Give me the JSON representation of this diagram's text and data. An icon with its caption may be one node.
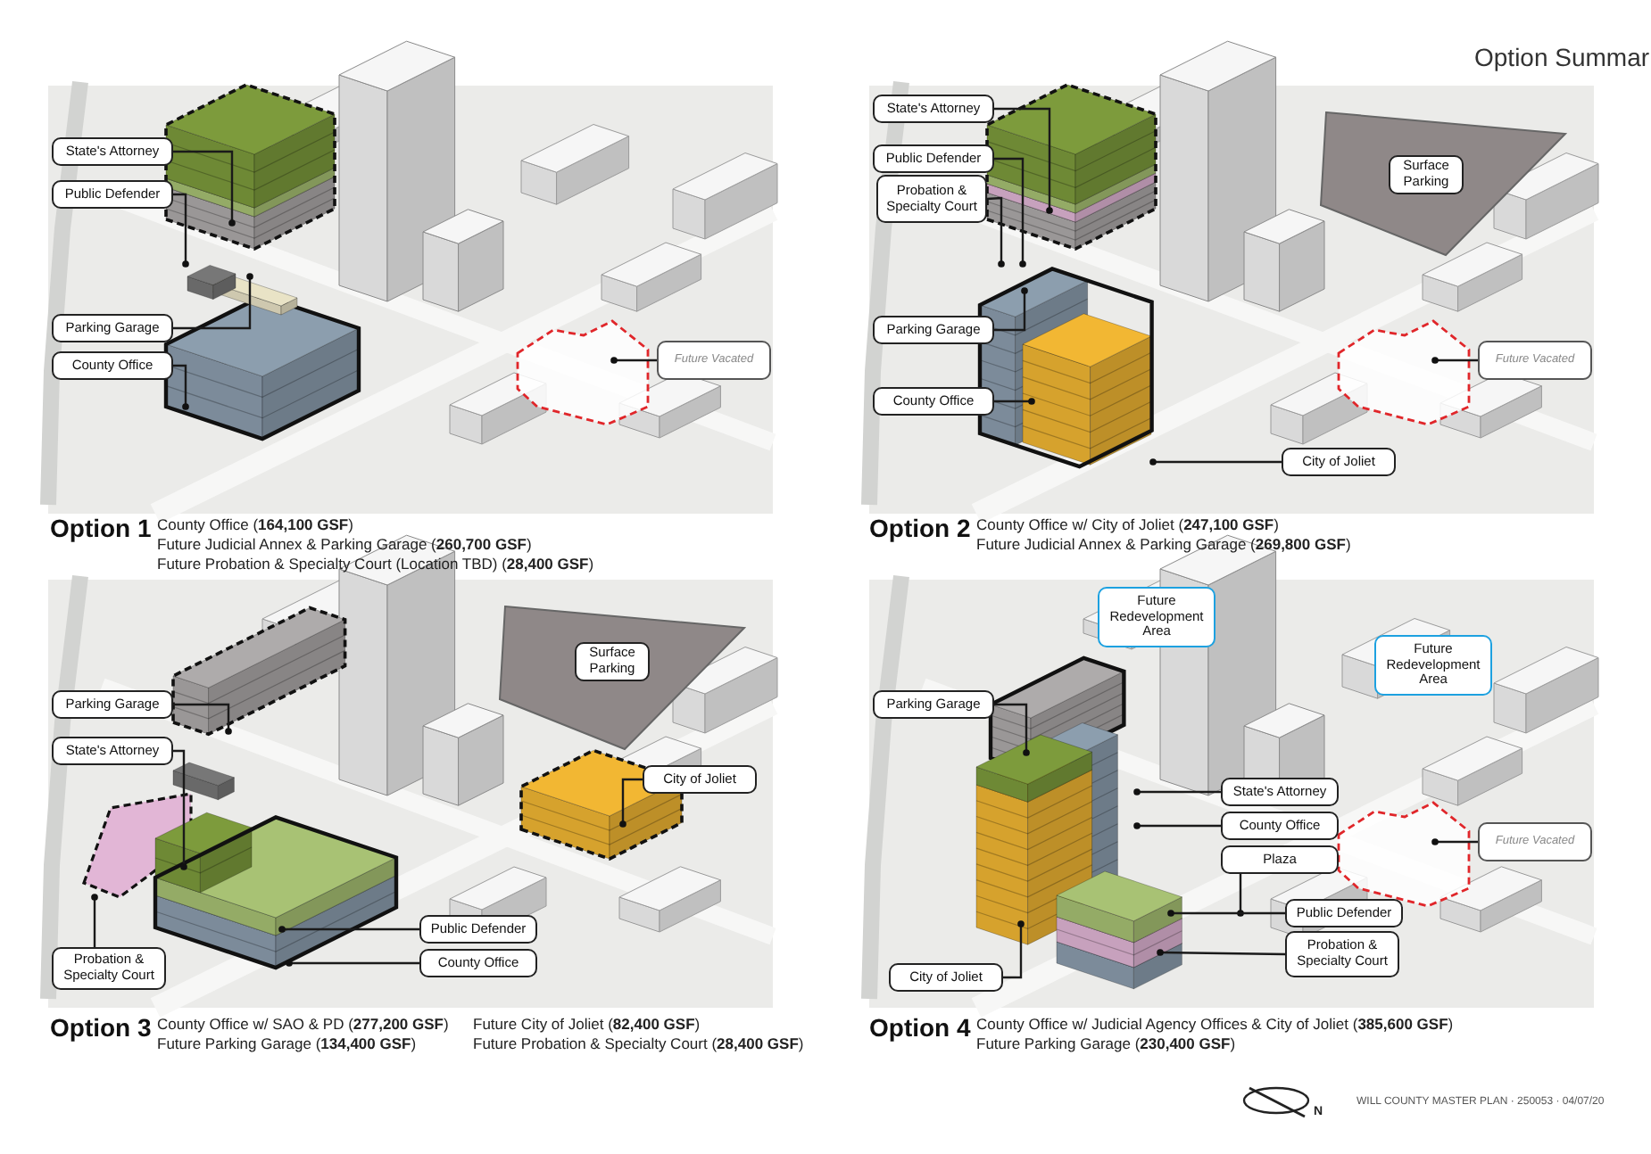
{
  "diagram": {
    "title": "Option Summar",
    "nodes": [
      {
        "text": [
          "State's Attorney"
        ]
      },
      {
        "text": [
          "Public Defender"
        ]
      },
      {
        "text": [
          "Parking Garage"
        ]
      },
      {
        "text": [
          "County Office"
        ]
      },
      {
        "text": [
          "Future Vacated"
        ]
      },
      {
        "text": [
          "State's Attorney"
        ]
      },
      {
        "text": [
          "Surface Parking"
        ]
      },
      {
        "text": [
          "Public Defender"
        ]
      },
      {
        "text": [
          "Probation & Specialty Court"
        ]
      },
      {
        "text": [
          "Parking Garage"
        ]
      },
      {
        "text": [
          "Future Vacated"
        ]
      },
      {
        "text": [
          "County Office"
        ]
      },
      {
        "text": [
          "City of Joliet"
        ]
      },
      {
        "text": [
          "Surface Parking"
        ]
      },
      {
        "text": [
          "Parking Garage"
        ]
      },
      {
        "text": [
          "State's Attorney"
        ]
      },
      {
        "text": [
          "City of Joliet"
        ]
      },
      {
        "text": [
          "Public Defender"
        ]
      },
      {
        "text": [
          "County Office"
        ]
      },
      {
        "text": [
          "Probation & Specialty Court"
        ]
      },
      {
        "text": [
          "Future Redevelopment Area"
        ]
      },
      {
        "text": [
          "Future Redevelopment Area"
        ]
      },
      {
        "text": [
          "Parking Garage"
        ]
      },
      {
        "text": [
          "State's Attorney"
        ]
      },
      {
        "text": [
          "County Office"
        ]
      },
      {
        "text": [
          "Plaza"
        ]
      },
      {
        "text": [
          "Future Vacated"
        ]
      },
      {
        "text": [
          "Public Defender"
        ]
      },
      {
        "text": [
          "Probation & Specialty Court"
        ]
      },
      {
        "text": [
          "City of Joliet"
        ]
      }
    ],
    "edges": [
      {
        "from": 0,
        "to": null,
        "arrow": "other"
      },
      {
        "from": 1,
        "to": null,
        "arrow": "other"
      },
      {
        "from": 2,
        "to": null,
        "arrow": "other"
      },
      {
        "from": 3,
        "to": null,
        "arrow": "other"
      },
      {
        "from": 4,
        "to": null,
        "arrow": "other"
      },
      {
        "from": 5,
        "to": null,
        "arrow": "other"
      },
      {
        "from": 7,
        "to": null,
        "arrow": "other"
      },
      {
        "from": 8,
        "to": null,
        "arrow": "other"
      },
      {
        "from": 9,
        "to": null,
        "arrow": "other"
      },
      {
        "from": 10,
        "to": null,
        "arrow": "other"
      },
      {
        "from": 11,
        "to": null,
        "arrow": "other"
      },
      {
        "from": 12,
        "to": null,
        "arrow": "other"
      },
      {
        "from": 14,
        "to": null,
        "arrow": "other"
      },
      {
        "from": 15,
        "to": null,
        "arrow": "other"
      },
      {
        "from": 16,
        "to": null,
        "arrow": "other"
      },
      {
        "from": 17,
        "to": null,
        "arrow": "other"
      },
      {
        "from": 18,
        "to": null,
        "arrow": "other"
      },
      {
        "from": 19,
        "to": null,
        "arrow": "other"
      },
      {
        "from": 22,
        "to": null,
        "arrow": "other"
      },
      {
        "from": 23,
        "to": null,
        "arrow": "other"
      },
      {
        "from": 24,
        "to": null,
        "arrow": "other"
      },
      {
        "from": 25,
        "to": null,
        "arrow": "other"
      },
      {
        "from": 26,
        "to": null,
        "arrow": "other"
      },
      {
        "from": 27,
        "to": null,
        "arrow": "other"
      },
      {
        "from": 28,
        "to": null,
        "arrow": "other"
      },
      {
        "from": 29,
        "to": null,
        "arrow": "other"
      }
    ],
    "labels": [
      "Option 1",
      "County Office (**164,100 GSF**)",
      "Future Judicial Annex & Parking Garage (**260,700 GSF**)",
      "Future Probation & Specialty Court (Location TBD) (**28,400 GSF**)",
      "Option 2",
      "County Office w/ City of Joliet (**247,100 GSF**)",
      "Future Judicial Annex & Parking Garage (**269,800 GSF**)",
      "Option 3",
      "County Office w/ SAO & PD (**277,200 GSF**)",
      "Future Parking Garage (**134,400 GSF**)",
      "Future City of Joliet (**82,400 GSF**)",
      "Future Probation & Specialty Court (**28,400 GSF**)",
      "Option 4",
      "County Office w/ Judicial Agency Offices & City of Joliet (**385,600 GSF**)",
      "Future Parking Garage (**230,400 GSF**)",
      "N",
      "WILL COUNTY MASTER PLAN · 250053 · 04/07/20"
    ]
  }
}
